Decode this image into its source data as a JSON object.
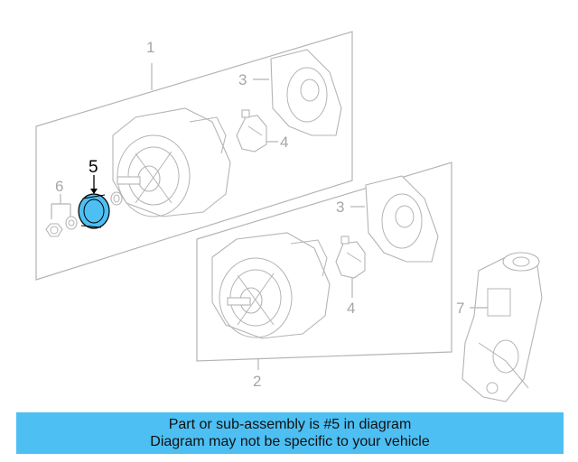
{
  "callouts": {
    "c1": "1",
    "c2": "2",
    "c3a": "3",
    "c3b": "3",
    "c4a": "4",
    "c4b": "4",
    "c5": "5",
    "c6": "6",
    "c7": "7"
  },
  "highlight": {
    "part_number": "5",
    "color": "#4dbff3"
  },
  "caption": {
    "line1": "Part or sub-assembly is #5 in diagram",
    "line2": "Diagram may not be specific to your vehicle"
  }
}
